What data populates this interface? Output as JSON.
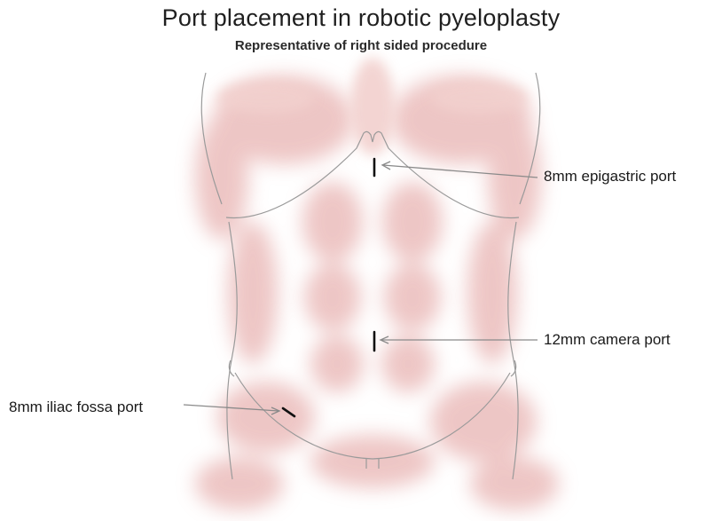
{
  "title": "Port placement in robotic pyeloplasty",
  "subtitle": "Representative of right sided procedure",
  "ports": [
    {
      "label": "8mm epigastric port"
    },
    {
      "label": "12mm camera port"
    },
    {
      "label": "8mm iliac fossa port"
    }
  ],
  "colors": {
    "skin_shading": "#e8b4b2",
    "outline": "#9a9a9a",
    "port_mark": "#111111",
    "pointer_line": "#8a8a8a"
  }
}
